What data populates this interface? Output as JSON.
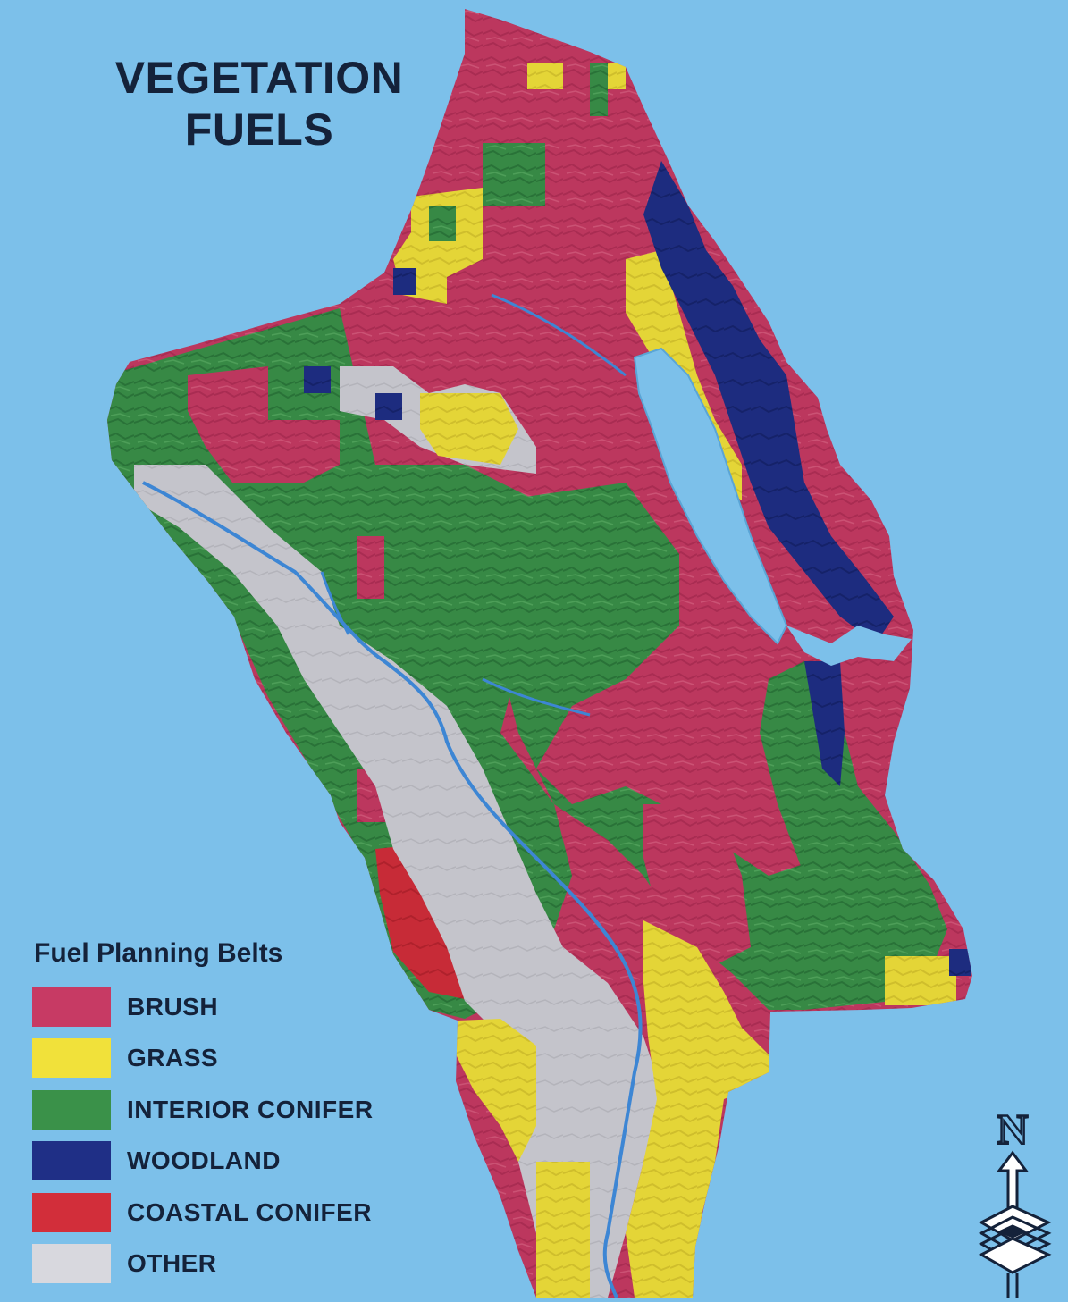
{
  "map": {
    "title_line1": "VEGETATION",
    "title_line2": "FUELS",
    "colors": {
      "water": "#7cc0ea",
      "brush": "#c73a64",
      "grass": "#f1e13a",
      "interior_conifer": "#3a9149",
      "woodland": "#1f2f86",
      "coastal_conifer": "#d22e3a",
      "other": "#cfcfd6",
      "river": "#3d86d4"
    }
  },
  "legend": {
    "title": "Fuel Planning Belts",
    "items": [
      {
        "key": "brush",
        "label": "BRUSH",
        "color": "#c73a64"
      },
      {
        "key": "grass",
        "label": "GRASS",
        "color": "#f1e13a"
      },
      {
        "key": "interior-conifer",
        "label": "INTERIOR CONIFER",
        "color": "#3a9149"
      },
      {
        "key": "woodland",
        "label": "WOODLAND",
        "color": "#1f2f86"
      },
      {
        "key": "coastal-conifer",
        "label": "COASTAL CONIFER",
        "color": "#d22e3a"
      },
      {
        "key": "other",
        "label": "OTHER",
        "color": "#d8d8de"
      }
    ]
  },
  "north_arrow": {
    "label": "N",
    "icon": "north-arrow-icon"
  }
}
